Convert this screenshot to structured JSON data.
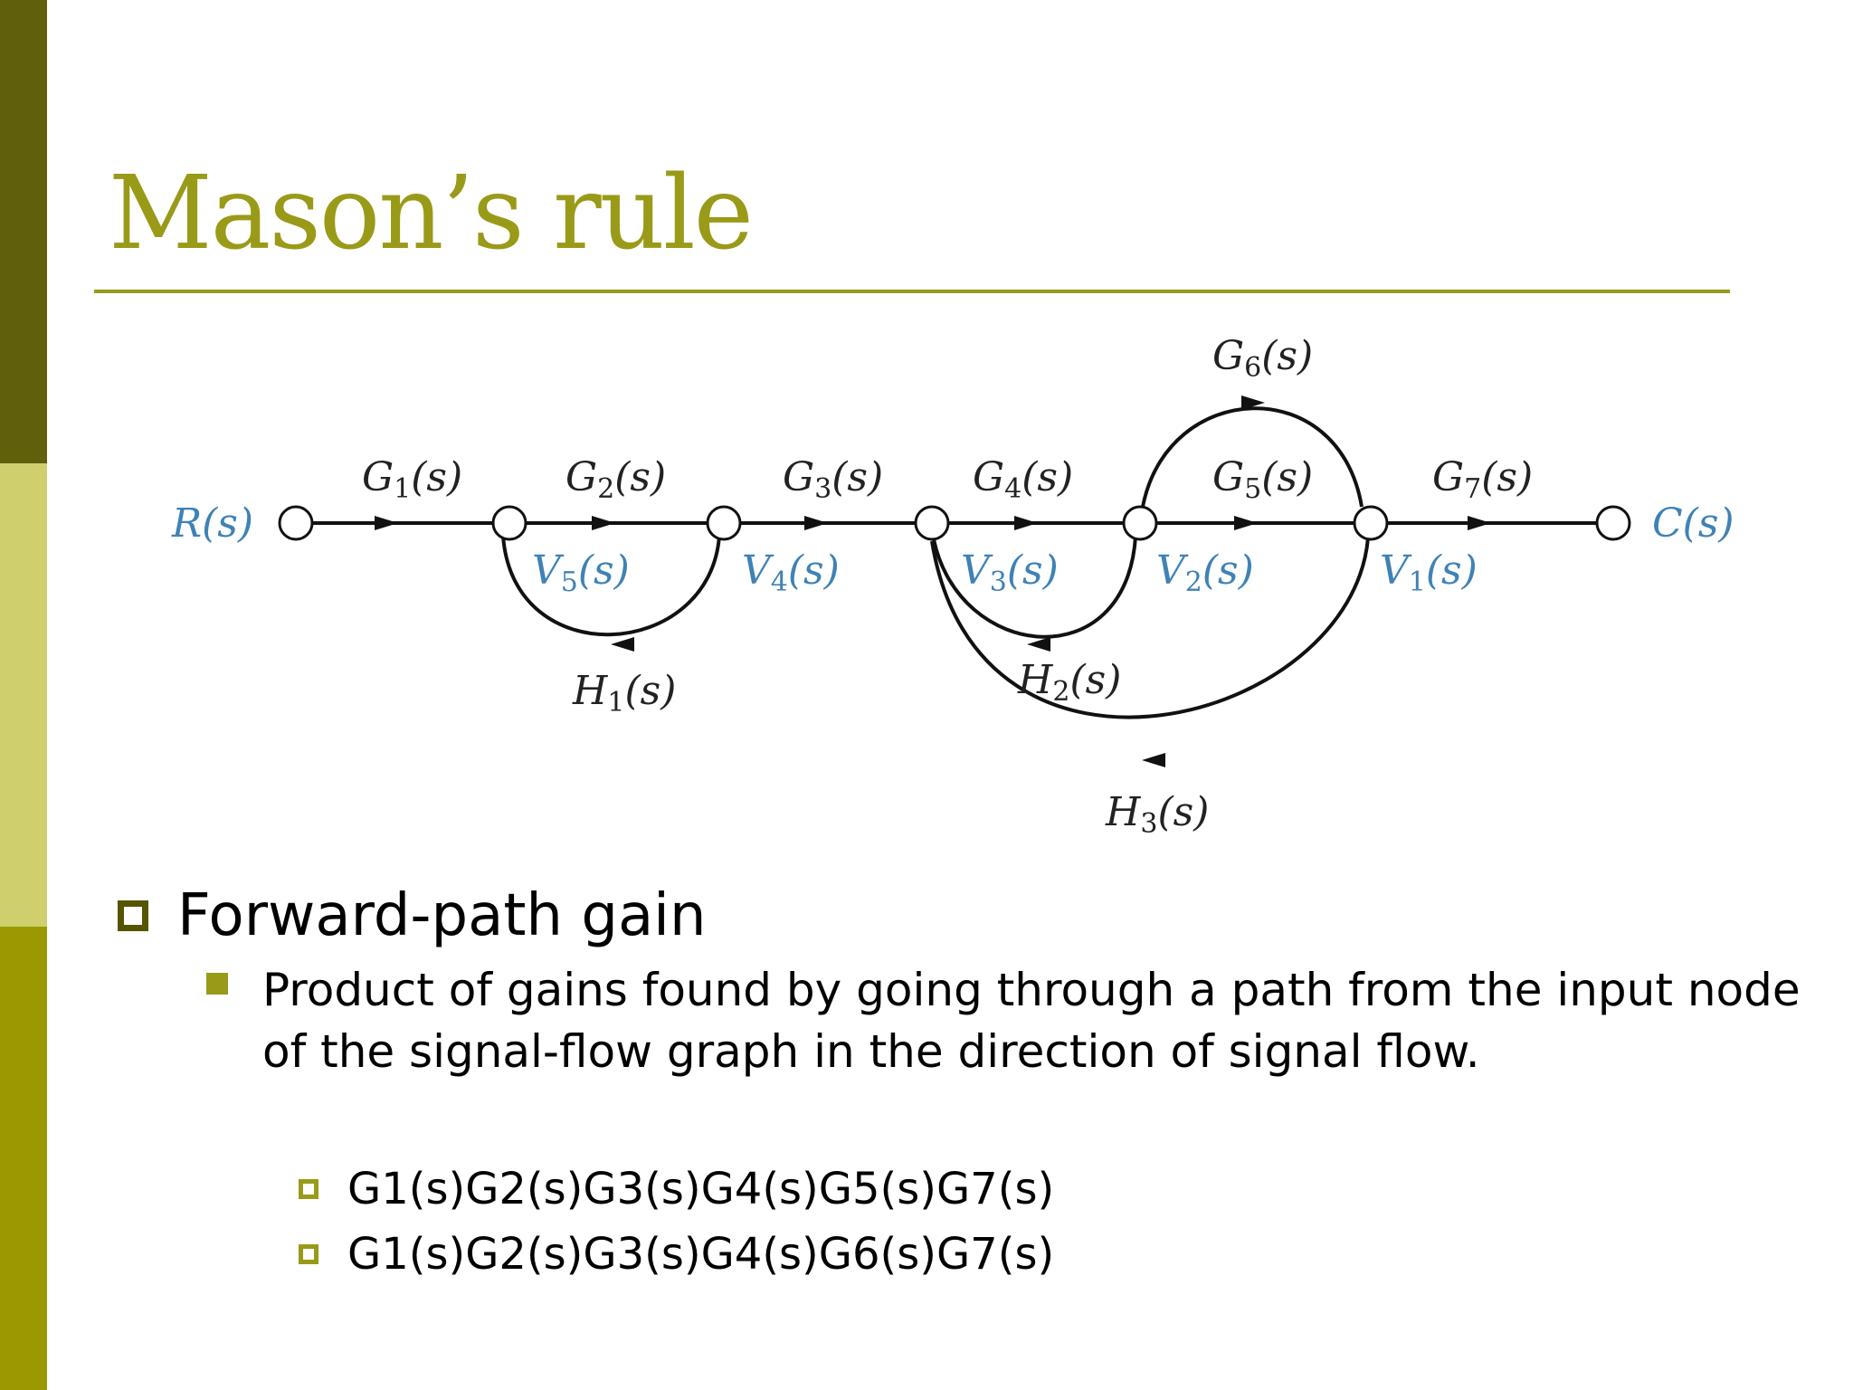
{
  "slide": {
    "title": "Mason’s rule",
    "bullets": {
      "level1": "Forward-path gain",
      "level2": "Product of gains found by going through a path from the input node of the signal-flow graph in the direction of signal flow.",
      "level3": [
        "G1(s)G2(s)G3(s)G4(s)G5(s)G7(s)",
        "G1(s)G2(s)G3(s)G4(s)G6(s)G7(s)"
      ]
    }
  },
  "diagram": {
    "input_label": {
      "base": "R",
      "sub": "",
      "arg": "(s)"
    },
    "output_label": {
      "base": "C",
      "sub": "",
      "arg": "(s)"
    },
    "nodes": [
      {
        "base": "V",
        "sub": "5",
        "arg": "(s)"
      },
      {
        "base": "V",
        "sub": "4",
        "arg": "(s)"
      },
      {
        "base": "V",
        "sub": "3",
        "arg": "(s)"
      },
      {
        "base": "V",
        "sub": "2",
        "arg": "(s)"
      },
      {
        "base": "V",
        "sub": "1",
        "arg": "(s)"
      }
    ],
    "forward_gains": [
      {
        "base": "G",
        "sub": "1",
        "arg": "(s)"
      },
      {
        "base": "G",
        "sub": "2",
        "arg": "(s)"
      },
      {
        "base": "G",
        "sub": "3",
        "arg": "(s)"
      },
      {
        "base": "G",
        "sub": "4",
        "arg": "(s)"
      },
      {
        "base": "G",
        "sub": "5",
        "arg": "(s)"
      },
      {
        "base": "G",
        "sub": "6",
        "arg": "(s)"
      },
      {
        "base": "G",
        "sub": "7",
        "arg": "(s)"
      }
    ],
    "feedback_gains": [
      {
        "base": "H",
        "sub": "1",
        "arg": "(s)"
      },
      {
        "base": "H",
        "sub": "2",
        "arg": "(s)"
      },
      {
        "base": "H",
        "sub": "3",
        "arg": "(s)"
      }
    ],
    "colors": {
      "node_label": "#3f82b5",
      "branch": "#111111",
      "gain_label": "#222222"
    }
  }
}
